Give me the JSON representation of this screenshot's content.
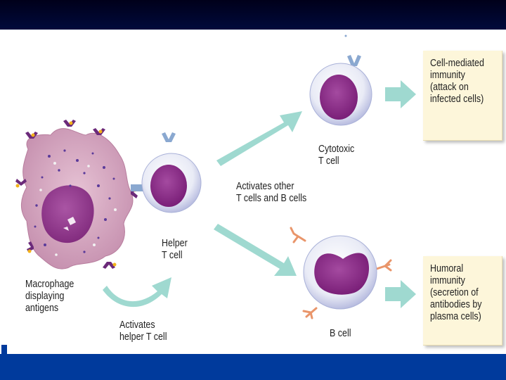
{
  "labels": {
    "macrophage": [
      "Macrophage",
      "displaying",
      "antigens"
    ],
    "helper": [
      "Helper",
      "T cell"
    ],
    "cytotoxic": [
      "Cytotoxic",
      "T cell"
    ],
    "activates_other": [
      "Activates other",
      "T cells and B cells"
    ],
    "activates_helper": [
      "Activates",
      "helper T cell"
    ],
    "b_cell": "B cell"
  },
  "outcomes": {
    "cell_mediated": [
      "Cell-mediated",
      "immunity",
      "(attack on",
      "infected cells)"
    ],
    "humoral": [
      "Humoral",
      "immunity",
      "(secretion of",
      "antibodies by",
      "plasma cells)"
    ]
  },
  "colors": {
    "macrophage": "#d7a8c0",
    "nucleus": "#8a2a86",
    "arrow": "#9fd9d0",
    "note_box": "#fdf6da",
    "header_band": "#000a3c",
    "footer_band": "#003a9c"
  }
}
